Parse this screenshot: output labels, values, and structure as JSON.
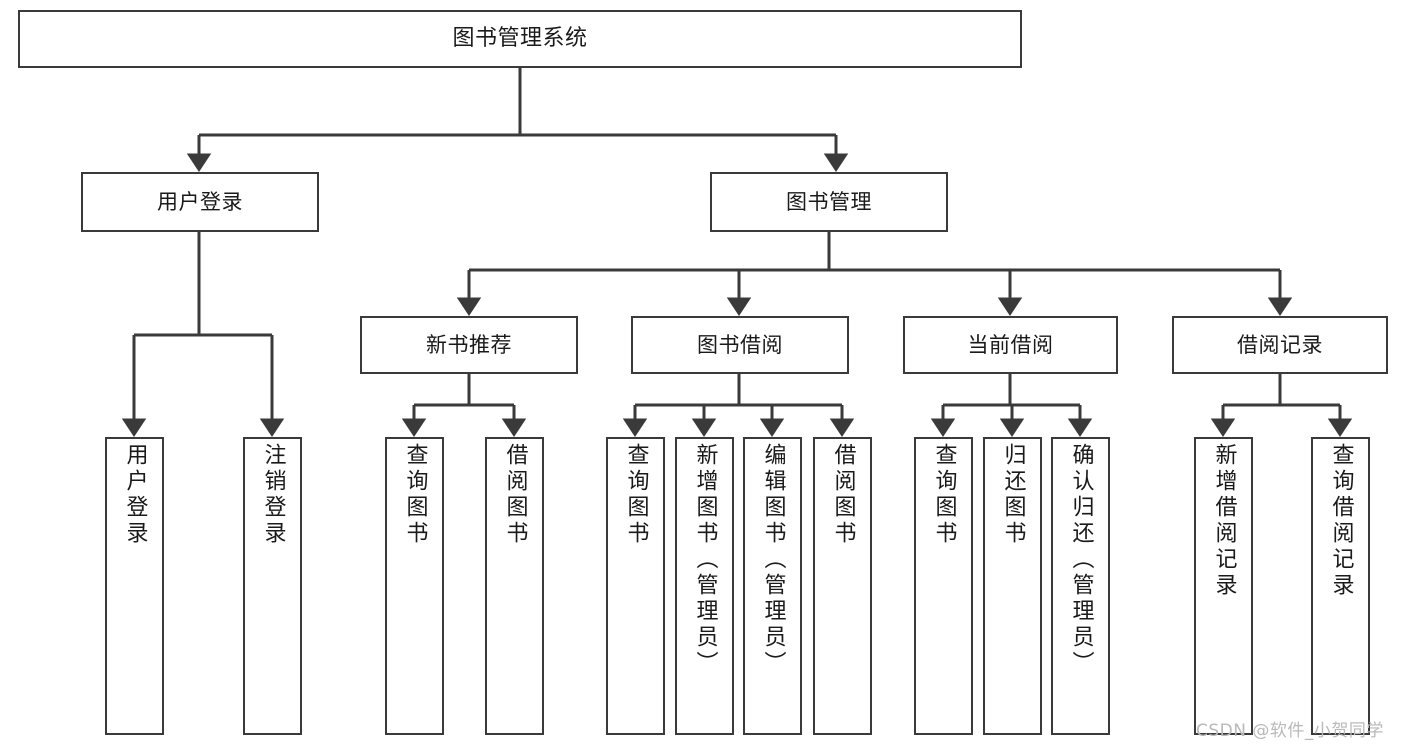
{
  "diagram": {
    "title": "图书管理系统",
    "type": "tree-hierarchy",
    "watermark": "CSDN @软件_小贺同学",
    "colors": {
      "background": "#ffffff",
      "box_border": "#3a3a3a",
      "box_fill": "#ffffff",
      "text": "#1a1a1a",
      "edge": "#3a3a3a",
      "watermark": "#b9b9b9"
    },
    "root": {
      "label": "图书管理系统"
    },
    "level2": [
      {
        "label": "用户登录"
      },
      {
        "label": "图书管理"
      }
    ],
    "level3": [
      {
        "label": "新书推荐"
      },
      {
        "label": "图书借阅"
      },
      {
        "label": "当前借阅"
      },
      {
        "label": "借阅记录"
      }
    ],
    "leaves": {
      "user_login": [
        {
          "label": "用户登录"
        },
        {
          "label": "注销登录"
        }
      ],
      "new_book_recommend": [
        {
          "label": "查询图书"
        },
        {
          "label": "借阅图书"
        }
      ],
      "book_borrow": [
        {
          "label": "查询图书"
        },
        {
          "label": "新增图书（管理员）"
        },
        {
          "label": "编辑图书（管理员）"
        },
        {
          "label": "借阅图书"
        }
      ],
      "current_borrow": [
        {
          "label": "查询图书"
        },
        {
          "label": "归还图书"
        },
        {
          "label": "确认归还（管理员）"
        }
      ],
      "borrow_record": [
        {
          "label": "新增借阅记录"
        },
        {
          "label": "查询借阅记录"
        }
      ]
    }
  }
}
